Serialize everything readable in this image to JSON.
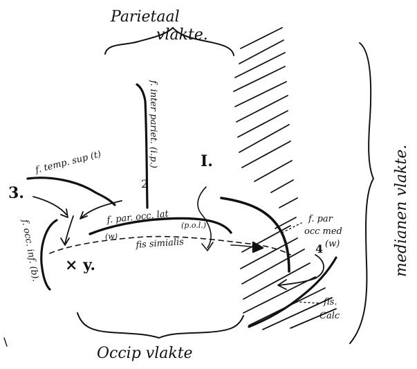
{
  "regions": {
    "top_label_line1": "Parietaal",
    "top_label_line2": "vlakte.",
    "bottom_label": "Occip vlakte",
    "right_label": "medianen vlakte."
  },
  "fissures": {
    "interparietal": "f. inter pariet. (i.p.)",
    "temp_sup": "f. temp. sup (t)",
    "par_occ_lat": "f. par. occ. lat",
    "par_occ_lat_abbr": "(p.o.l.)",
    "par_occ_lat_w": "(w)",
    "simialis": "fis simialis",
    "occ_inf": "f. occ. inf. (b).",
    "par_occ_med_line1": "f. par",
    "par_occ_med_line2": "occ med",
    "par_occ_med_line3": "(w)",
    "calc_line1": "fis.",
    "calc_line2": "Calc"
  },
  "markers": {
    "I": "I.",
    "two": "2",
    "three": "3.",
    "four": "4",
    "x_y": "× y."
  },
  "colors": {
    "ink": "#111111",
    "paper": "#ffffff"
  }
}
